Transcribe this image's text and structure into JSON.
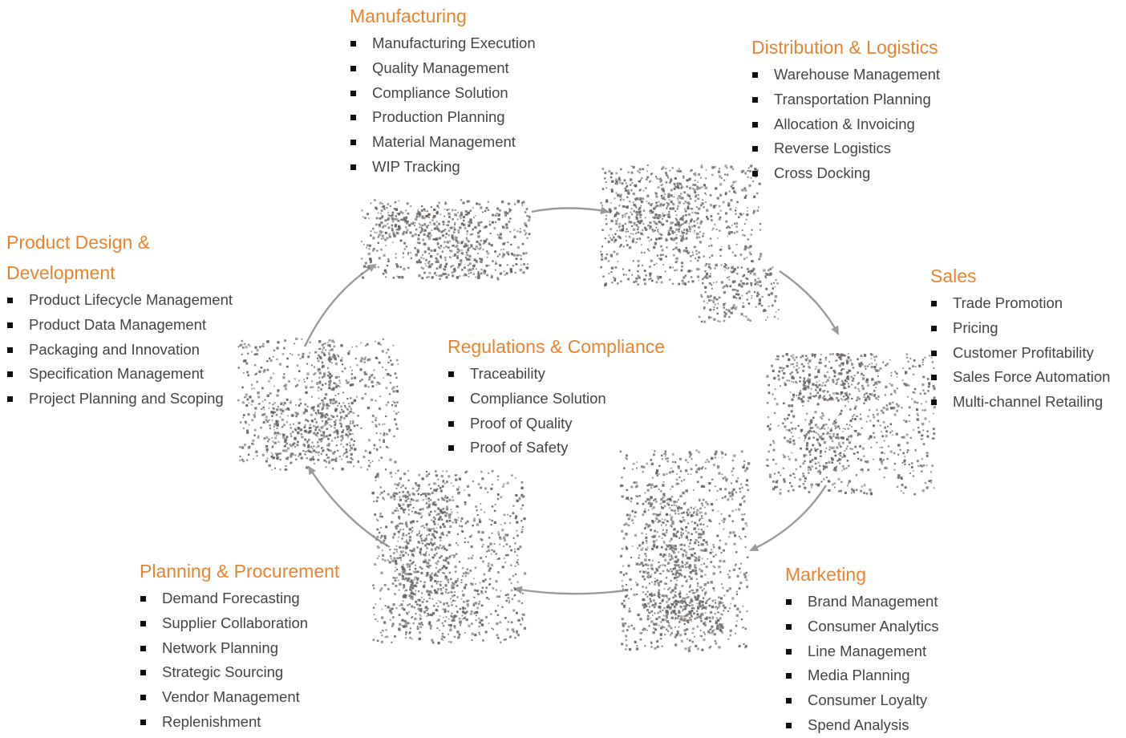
{
  "sections": {
    "manufacturing": {
      "title": "Manufacturing",
      "items": [
        "Manufacturing Execution",
        "Quality Management",
        "Compliance Solution",
        "Production Planning",
        "Material Management",
        "WIP Tracking"
      ]
    },
    "distribution": {
      "title": "Distribution & Logistics",
      "items": [
        "Warehouse Management",
        "Transportation Planning",
        "Allocation & Invoicing",
        "Reverse Logistics",
        "Cross Docking"
      ]
    },
    "product_design": {
      "title_line1": "Product Design &",
      "title_line2": "Development",
      "items": [
        "Product Lifecycle Management",
        "Product Data Management",
        "Packaging and Innovation",
        "Specification Management",
        "Project Planning and Scoping"
      ]
    },
    "sales": {
      "title": "Sales",
      "items": [
        "Trade Promotion",
        "Pricing",
        "Customer Profitability",
        "Sales Force Automation",
        "Multi-channel Retailing"
      ]
    },
    "regulations": {
      "title": "Regulations & Compliance",
      "items": [
        "Traceability",
        "Compliance Solution",
        "Proof of Quality",
        "Proof of Safety"
      ]
    },
    "planning": {
      "title": "Planning & Procurement",
      "items": [
        "Demand Forecasting",
        "Supplier Collaboration",
        "Network Planning",
        "Strategic Sourcing",
        "Vendor Management",
        "Replenishment"
      ]
    },
    "marketing": {
      "title": "Marketing",
      "items": [
        "Brand Management",
        "Consumer Analytics",
        "Line Management",
        "Media Planning",
        "Consumer Loyalty",
        "Spend Analysis"
      ]
    }
  },
  "colors": {
    "heading": "#e8842f",
    "text": "#444444",
    "bullet": "#111111",
    "arrow": "#9a9a9a",
    "illustration": "#6b6562"
  },
  "illustrations": [
    "factory-icon",
    "truck-icon",
    "store-shelf-icon",
    "retail-display-icon",
    "pallet-stack-icon",
    "lab-equipment-icon"
  ]
}
